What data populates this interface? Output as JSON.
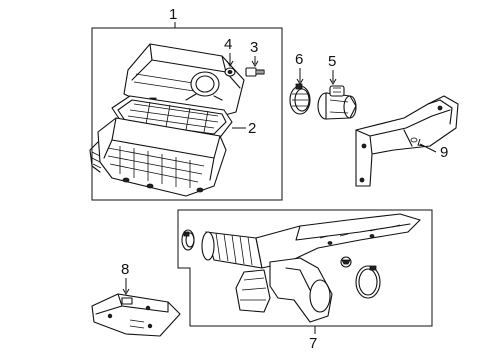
{
  "diagram": {
    "callouts": {
      "c1": "1",
      "c2": "2",
      "c3": "3",
      "c4": "4",
      "c5": "5",
      "c6": "6",
      "c7": "7",
      "c8": "8",
      "c9": "9"
    },
    "parts": [
      {
        "callout": "1",
        "icon": "air-cleaner-assembly-icon"
      },
      {
        "callout": "2",
        "icon": "air-filter-element-icon"
      },
      {
        "callout": "3",
        "icon": "fastener-bolt-icon"
      },
      {
        "callout": "4",
        "icon": "grommet-icon"
      },
      {
        "callout": "5",
        "icon": "mass-airflow-sensor-icon"
      },
      {
        "callout": "6",
        "icon": "hose-clamp-icon"
      },
      {
        "callout": "7",
        "icon": "air-intake-duct-icon"
      },
      {
        "callout": "8",
        "icon": "mounting-bracket-plate-icon"
      },
      {
        "callout": "9",
        "icon": "support-bracket-icon"
      }
    ]
  }
}
